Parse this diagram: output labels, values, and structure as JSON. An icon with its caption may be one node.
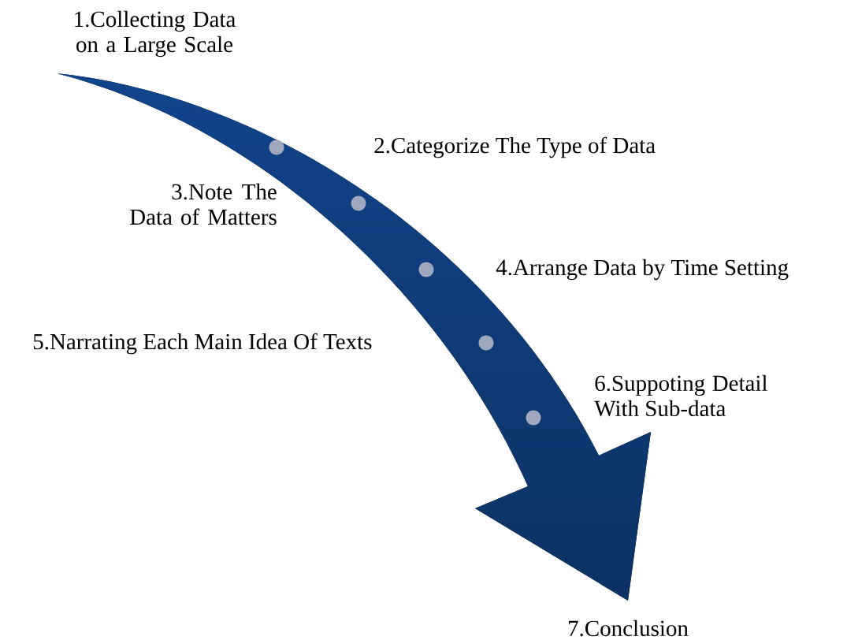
{
  "diagram": {
    "labels": [
      "1.Collecting Data on a Large Scale",
      "2.Categorize The Type of Data",
      "3.Note The Data of Matters",
      "4.Arrange Data by Time Setting",
      "5.Narrating Each Main Idea Of Texts",
      "6.Suppoting Detail With Sub-data",
      "7.Conclusion"
    ]
  }
}
